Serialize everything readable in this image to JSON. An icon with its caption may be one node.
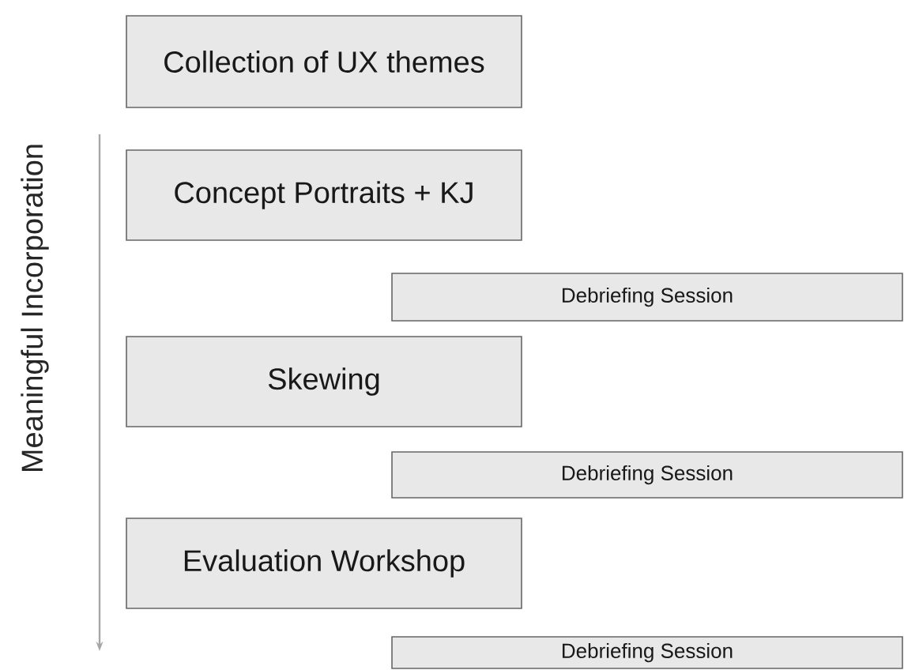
{
  "diagram": {
    "nodes": [
      {
        "text": [
          "Collection of UX themes"
        ]
      },
      {
        "text": [
          "Concept Portraits + KJ"
        ]
      },
      {
        "text": [
          "Debriefing Session"
        ]
      },
      {
        "text": [
          "Skewing"
        ]
      },
      {
        "text": [
          "Debriefing Session"
        ]
      },
      {
        "text": [
          "Evaluation Workshop"
        ]
      },
      {
        "text": [
          "Debriefing Session"
        ]
      }
    ],
    "labels": [
      "Meaningful Incorporation"
    ]
  }
}
